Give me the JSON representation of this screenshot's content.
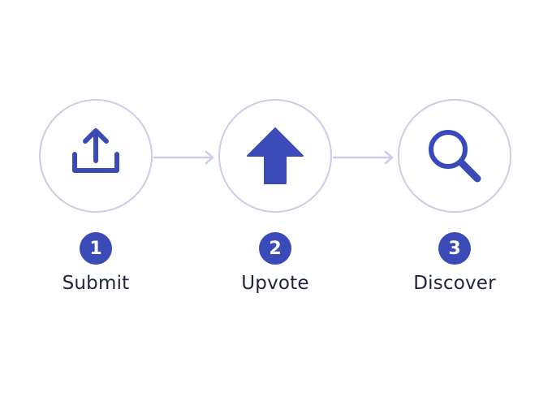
{
  "accent_color": "#3a4bb8",
  "ring_color": "#c9cde6",
  "steps": [
    {
      "number": "1",
      "label": "Submit",
      "icon": "upload-icon"
    },
    {
      "number": "2",
      "label": "Upvote",
      "icon": "upvote-arrow-icon"
    },
    {
      "number": "3",
      "label": "Discover",
      "icon": "search-icon"
    }
  ]
}
